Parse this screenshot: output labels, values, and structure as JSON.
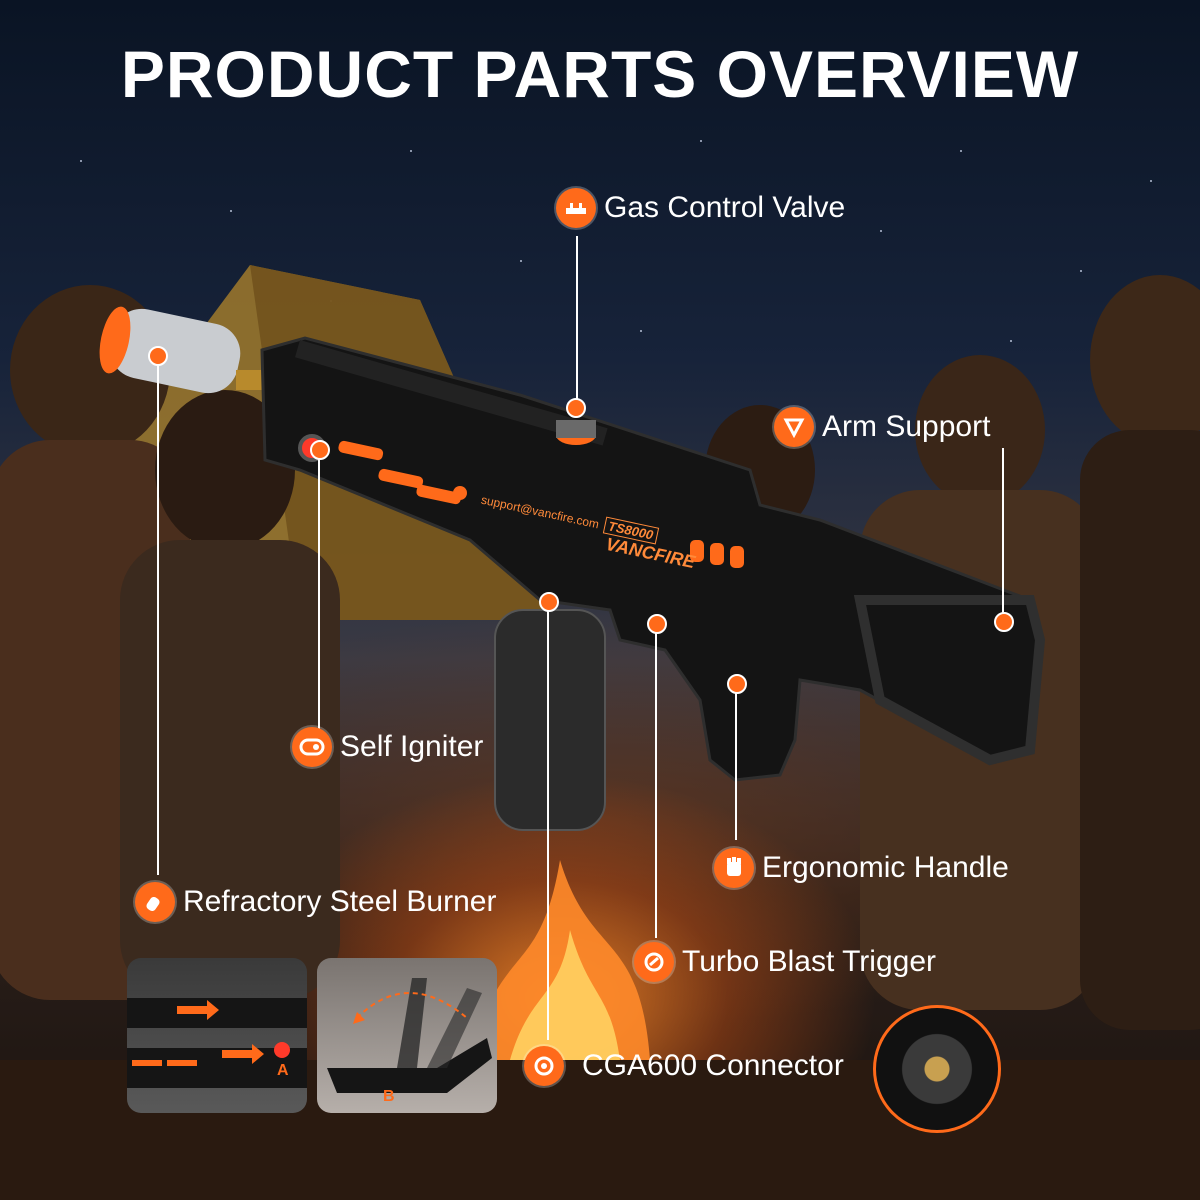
{
  "title": "PRODUCT PARTS OVERVIEW",
  "colors": {
    "accent": "#ff6a1a",
    "body": "#141414",
    "sky": "#0a1424"
  },
  "product": {
    "email": "support@vancfire.com",
    "model": "TS8000",
    "brand": "VANCFIRE"
  },
  "labels": {
    "gas_control_valve": {
      "text": "Gas Control Valve",
      "icon": "valve-icon"
    },
    "arm_support": {
      "text": "Arm Support",
      "icon": "arm-support-icon"
    },
    "self_igniter": {
      "text": "Self Igniter",
      "icon": "igniter-icon"
    },
    "ergonomic_handle": {
      "text": "Ergonomic Handle",
      "icon": "fist-icon"
    },
    "refractory_steel_burner": {
      "text": "Refractory Steel Burner",
      "icon": "burner-icon"
    },
    "turbo_blast_trigger": {
      "text": "Turbo Blast Trigger",
      "icon": "trigger-icon"
    },
    "cga600_connector": {
      "text": "CGA600 Connector",
      "icon": "connector-icon"
    }
  },
  "insets": {
    "a": {
      "marker": "A"
    },
    "b": {
      "marker": "B"
    }
  }
}
